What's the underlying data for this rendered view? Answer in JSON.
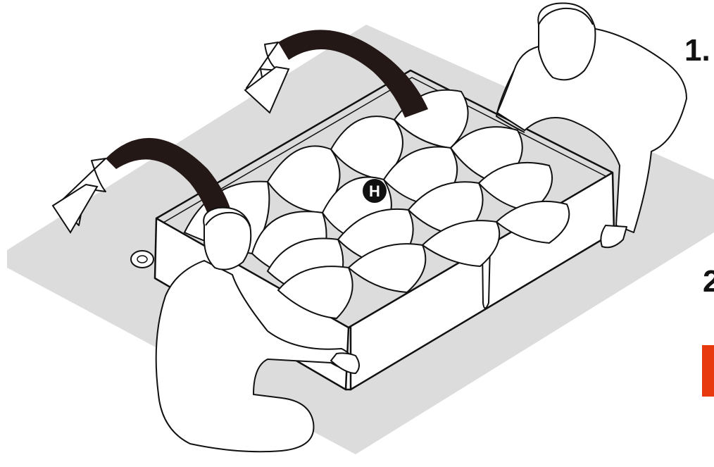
{
  "steps": [
    {
      "label": "1."
    },
    {
      "label": "2"
    }
  ],
  "marker": {
    "letter": "H"
  },
  "colors": {
    "floor_shadow": "#dcdcdc",
    "line": "#111111",
    "arrow_fill": "#231815",
    "accent": "#e8380d",
    "marker_fill": "#111111",
    "marker_text": "#ffffff"
  },
  "icons": [
    "rotate-arrow-icon",
    "rotate-arrow-icon"
  ]
}
